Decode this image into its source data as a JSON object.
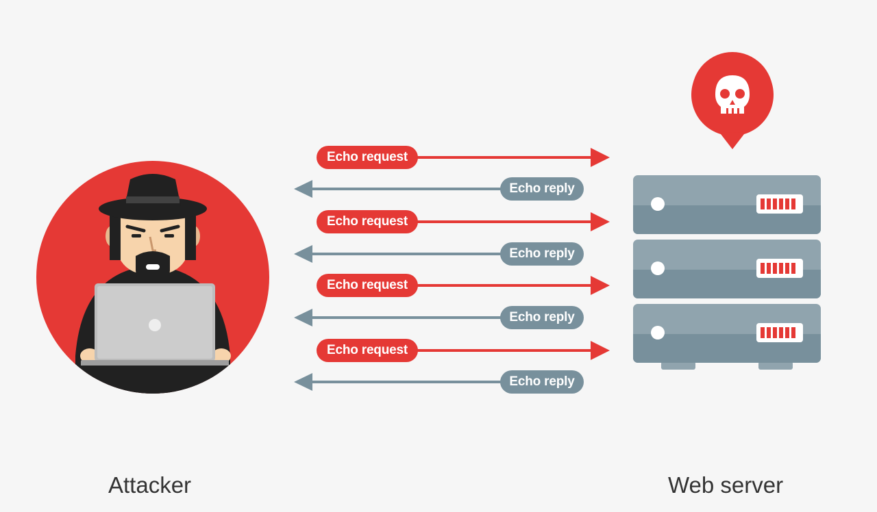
{
  "labels": {
    "attacker": "Attacker",
    "server": "Web server"
  },
  "messages": [
    {
      "type": "request",
      "text": "Echo request"
    },
    {
      "type": "reply",
      "text": "Echo reply"
    },
    {
      "type": "request",
      "text": "Echo request"
    },
    {
      "type": "reply",
      "text": "Echo reply"
    },
    {
      "type": "request",
      "text": "Echo request"
    },
    {
      "type": "reply",
      "text": "Echo reply"
    },
    {
      "type": "request",
      "text": "Echo request"
    },
    {
      "type": "reply",
      "text": "Echo reply"
    }
  ],
  "icons": {
    "attacker": "hacker-with-laptop-icon",
    "server": "server-rack-icon",
    "alert": "skull-marker-icon"
  },
  "colors": {
    "request": "#e53935",
    "reply": "#78909c",
    "attacker_bg": "#e53935",
    "server_body": "#90a4ae",
    "server_dark": "#78909c",
    "background": "#f6f6f6"
  }
}
